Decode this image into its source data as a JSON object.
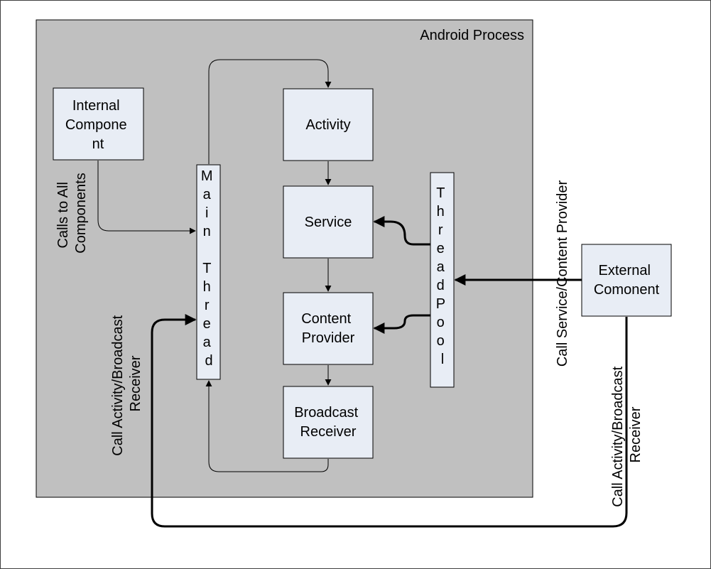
{
  "diagram": {
    "process_label": "Android Process",
    "internal_component": [
      "Internal",
      "Compone",
      "nt"
    ],
    "activity": "Activity",
    "service": "Service",
    "content_provider": [
      "Content",
      "Provider"
    ],
    "broadcast_receiver": [
      "Broadcast",
      "Receiver"
    ],
    "main_thread": [
      "M",
      "a",
      "i",
      "n",
      "",
      "T",
      "h",
      "r",
      "e",
      "a",
      "d"
    ],
    "thread_pool": [
      "T",
      "h",
      "r",
      "e",
      "a",
      "d",
      "P",
      "o",
      "o",
      "l"
    ],
    "external_component": [
      "External",
      "Comonent"
    ],
    "label_calls_to_all": [
      "Calls to All",
      "Components"
    ],
    "label_call_service": "Call Service/Content Provider",
    "label_call_activity_left": [
      "Call Activity/Broadcast",
      "Receiver"
    ],
    "label_call_activity_right": [
      "Call Activity/Broadcast",
      "Receiver"
    ]
  },
  "colors": {
    "process_bg": "#c0c0c0",
    "box_fill": "#e8edf5",
    "stroke": "#000000"
  }
}
